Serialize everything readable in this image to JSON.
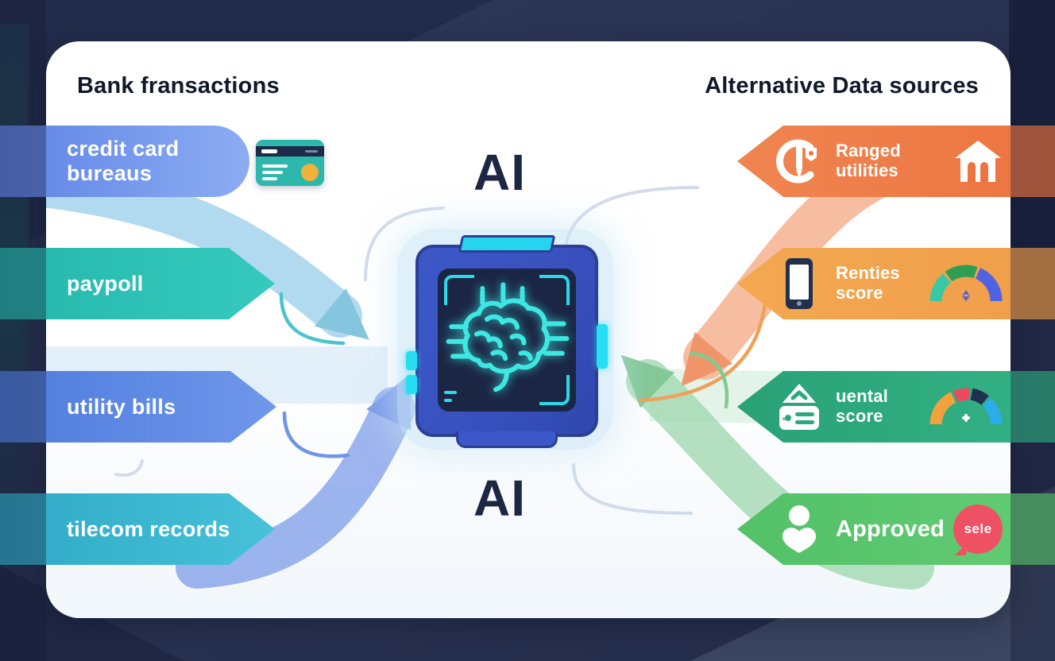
{
  "headers": {
    "left": "Bank fransactions",
    "right": "Alternative Data sources"
  },
  "center": {
    "ai_label_top": "AI",
    "ai_label_bottom": "AI",
    "chip_icon": "ai-brain-chip-icon"
  },
  "left_ribbons": [
    {
      "label": "credit card bureaus",
      "color": "#6a8ee9",
      "icon": "credit-card-icon"
    },
    {
      "label": "paypoll",
      "color": "#2abfb4"
    },
    {
      "label": "utility bills",
      "color": "#5b86e2"
    },
    {
      "label": "tilecom records",
      "color": "#38b3cf"
    }
  ],
  "right_ribbons": [
    {
      "line1": "Ranged",
      "line2": "utilities",
      "color": "#ee7b47",
      "left_icon": "meter-icon",
      "right_icon": "house-icon"
    },
    {
      "line1": "Renties",
      "line2": "score",
      "color": "#f2a44f",
      "left_icon": "smartphone-icon",
      "right_icon": "score-gauge-icon"
    },
    {
      "line1": "uental",
      "line2": "score",
      "color": "#2ea87a",
      "left_icon": "rental-document-icon",
      "right_icon": "score-gauge-icon"
    },
    {
      "line1": "Approved",
      "line2": "",
      "color": "#55c369",
      "left_icon": "person-icon",
      "right_icon": "speech-bubble-icon",
      "bubble_text": "sele"
    }
  ],
  "colors": {
    "background_navy": "#2a3252",
    "card_white": "#ffffff",
    "neon_cyan": "#3ee8e2",
    "chip_blue": "#3c58c8",
    "flow_blue": "#9ed3ec",
    "flow_orange": "#f6b293",
    "flow_green": "#a3d8b2",
    "bubble_red": "#ee5164",
    "title_ink": "#10182a"
  }
}
